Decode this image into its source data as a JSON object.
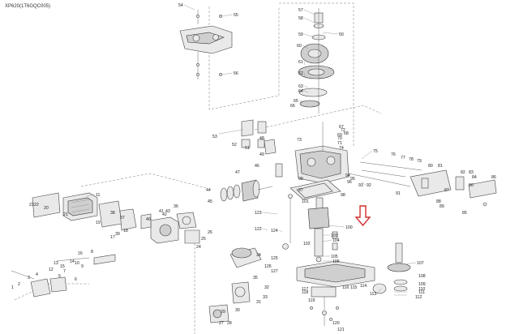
{
  "diagram": {
    "title": "XP620(1T6GQC005)",
    "arrow_color": "#d32f2f",
    "callouts": [
      "1",
      "2",
      "3",
      "4",
      "5",
      "6",
      "7",
      "8",
      "9",
      "10",
      "11",
      "12",
      "13",
      "14",
      "15",
      "16",
      "17",
      "18",
      "19",
      "20",
      "21",
      "22",
      "23",
      "24",
      "25",
      "26",
      "27",
      "28",
      "29",
      "30",
      "31",
      "32",
      "33",
      "34",
      "35",
      "36",
      "37",
      "38",
      "39",
      "40",
      "41",
      "42",
      "43",
      "44",
      "45",
      "46",
      "47",
      "48",
      "49",
      "50",
      "51",
      "52",
      "53",
      "54",
      "55",
      "56",
      "57",
      "58",
      "59",
      "60",
      "61",
      "62",
      "63",
      "64",
      "65",
      "66",
      "67",
      "68",
      "69",
      "70",
      "71",
      "72",
      "73",
      "74",
      "75",
      "76",
      "77",
      "78",
      "79",
      "80",
      "81",
      "82",
      "83",
      "84",
      "85",
      "86",
      "87",
      "88",
      "89",
      "90",
      "91",
      "92",
      "93",
      "94",
      "95",
      "96",
      "97",
      "98",
      "99",
      "100",
      "101",
      "102",
      "103",
      "104",
      "105",
      "106",
      "107",
      "108",
      "109",
      "110",
      "111",
      "112",
      "113",
      "114",
      "115",
      "116",
      "117",
      "118",
      "119",
      "120",
      "121",
      "122",
      "123",
      "124",
      "125",
      "126",
      "127"
    ]
  }
}
